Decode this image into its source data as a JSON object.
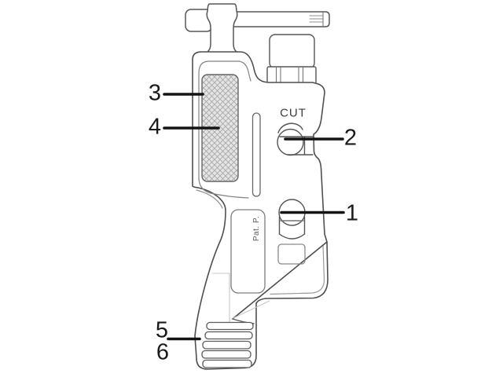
{
  "figure": {
    "kind": "technical line drawing of a hand cutting tool, side view",
    "markings": {
      "cut": "CUT",
      "patent": "Pat. P."
    },
    "callouts": [
      {
        "number": "1"
      },
      {
        "number": "2"
      },
      {
        "number": "3"
      },
      {
        "number": "4"
      },
      {
        "number": "5"
      },
      {
        "number": "6"
      }
    ]
  },
  "colors": {
    "ink": "#4f4f4f",
    "ink-light": "#9a9a9a",
    "ink-faint": "#c7c7c7",
    "leader": "#141414",
    "text": "#1a1a1a",
    "hatch-bg": "#e4e4e4"
  }
}
